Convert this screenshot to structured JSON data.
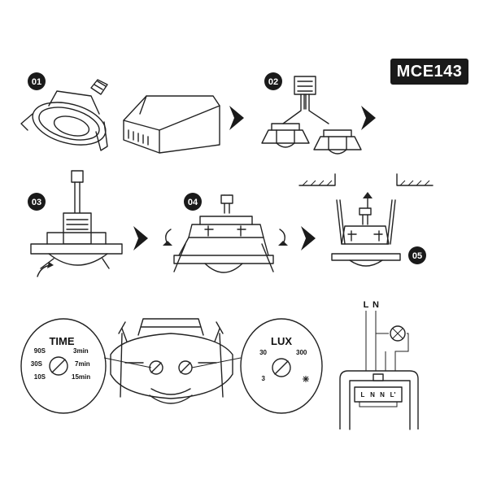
{
  "model_label": "MCE143",
  "steps": {
    "s1": "01",
    "s2": "02",
    "s3": "03",
    "s4": "04",
    "s5": "05"
  },
  "time_dial": {
    "title": "TIME",
    "ticks": [
      "90S",
      "3min",
      "30S",
      "7min",
      "10S",
      "15min"
    ]
  },
  "lux_dial": {
    "title": "LUX",
    "ticks": [
      "30",
      "300",
      "3"
    ]
  },
  "wiring": {
    "line": "L",
    "neutral": "N",
    "terminals": [
      "L",
      "N",
      "N",
      "L'"
    ]
  }
}
